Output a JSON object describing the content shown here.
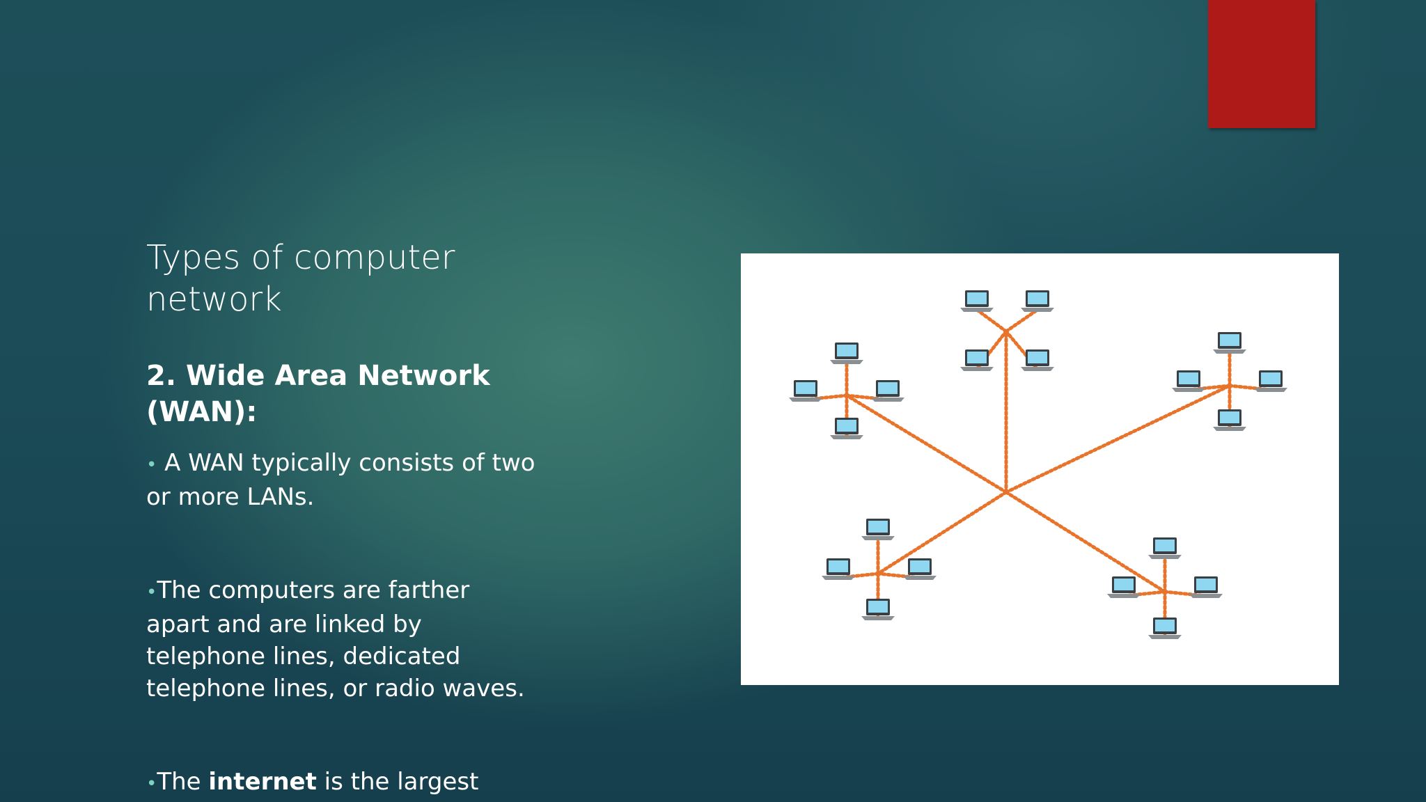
{
  "slide": {
    "title": "Types of computer network",
    "subtitle_bold": "2. Wide Area Network (WAN)",
    "subtitle_suffix": ":",
    "bullet_glyph": "•",
    "paragraph_1": "A WAN typically consists of two or more LANs.",
    "paragraph_2": "The computers are farther apart and are linked by telephone lines, dedicated telephone lines, or radio waves.",
    "paragraph_3_pre": "The ",
    "paragraph_3_bold": "internet",
    "paragraph_3_post": " is the largest"
  },
  "colors": {
    "accent_tab": "#ad1a18",
    "link": "#e8732a",
    "screen": "#8fd6f0"
  },
  "diagram": {
    "icon": "laptop-icon",
    "clusters": [
      {
        "name": "top-left",
        "laptops": 4
      },
      {
        "name": "top-center",
        "laptops": 4
      },
      {
        "name": "top-right",
        "laptops": 4
      },
      {
        "name": "bottom-left",
        "laptops": 4
      },
      {
        "name": "bottom-right",
        "laptops": 4
      }
    ]
  }
}
